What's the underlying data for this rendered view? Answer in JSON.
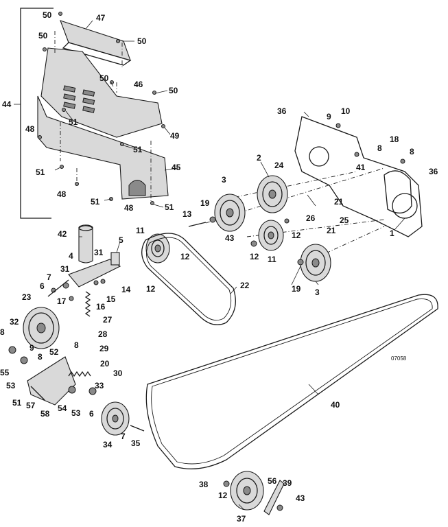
{
  "drawing_code": "07058",
  "callouts": [
    {
      "id": "c50a",
      "text": "50"
    },
    {
      "id": "c47",
      "text": "47"
    },
    {
      "id": "c50b",
      "text": "50"
    },
    {
      "id": "c50c",
      "text": "50"
    },
    {
      "id": "c50d",
      "text": "50"
    },
    {
      "id": "c46",
      "text": "46"
    },
    {
      "id": "c50e",
      "text": "50"
    },
    {
      "id": "c44",
      "text": "44"
    },
    {
      "id": "c51a",
      "text": "51"
    },
    {
      "id": "c48a",
      "text": "48"
    },
    {
      "id": "c49",
      "text": "49"
    },
    {
      "id": "c51b",
      "text": "51"
    },
    {
      "id": "c51c",
      "text": "51"
    },
    {
      "id": "c45",
      "text": "45"
    },
    {
      "id": "c48b",
      "text": "48"
    },
    {
      "id": "c51d",
      "text": "51"
    },
    {
      "id": "c48c",
      "text": "48"
    },
    {
      "id": "c51e",
      "text": "51"
    },
    {
      "id": "c36a",
      "text": "36"
    },
    {
      "id": "c9a",
      "text": "9"
    },
    {
      "id": "c10",
      "text": "10"
    },
    {
      "id": "c8a",
      "text": "8"
    },
    {
      "id": "c18",
      "text": "18"
    },
    {
      "id": "c8b",
      "text": "8"
    },
    {
      "id": "c36b",
      "text": "36"
    },
    {
      "id": "c2",
      "text": "2"
    },
    {
      "id": "c24",
      "text": "24"
    },
    {
      "id": "c41",
      "text": "41"
    },
    {
      "id": "c3a",
      "text": "3"
    },
    {
      "id": "c21a",
      "text": "21"
    },
    {
      "id": "c19a",
      "text": "19"
    },
    {
      "id": "c13",
      "text": "13"
    },
    {
      "id": "c26",
      "text": "26"
    },
    {
      "id": "c25",
      "text": "25"
    },
    {
      "id": "c21b",
      "text": "21"
    },
    {
      "id": "c1",
      "text": "1"
    },
    {
      "id": "c42",
      "text": "42"
    },
    {
      "id": "c5",
      "text": "5"
    },
    {
      "id": "c11a",
      "text": "11"
    },
    {
      "id": "c43a",
      "text": "43"
    },
    {
      "id": "c12a",
      "text": "12"
    },
    {
      "id": "c12b",
      "text": "12"
    },
    {
      "id": "c11b",
      "text": "11"
    },
    {
      "id": "c12c",
      "text": "12"
    },
    {
      "id": "c31a",
      "text": "31"
    },
    {
      "id": "c4",
      "text": "4"
    },
    {
      "id": "c31b",
      "text": "31"
    },
    {
      "id": "c19b",
      "text": "19"
    },
    {
      "id": "c3b",
      "text": "3"
    },
    {
      "id": "c12d",
      "text": "12"
    },
    {
      "id": "c7a",
      "text": "7"
    },
    {
      "id": "c6a",
      "text": "6"
    },
    {
      "id": "c14",
      "text": "14"
    },
    {
      "id": "c22",
      "text": "22"
    },
    {
      "id": "c17",
      "text": "17"
    },
    {
      "id": "c16",
      "text": "16"
    },
    {
      "id": "c15",
      "text": "15"
    },
    {
      "id": "c23",
      "text": "23"
    },
    {
      "id": "c27",
      "text": "27"
    },
    {
      "id": "c32",
      "text": "32"
    },
    {
      "id": "c8c",
      "text": "8"
    },
    {
      "id": "c9b",
      "text": "9"
    },
    {
      "id": "c28",
      "text": "28"
    },
    {
      "id": "c29",
      "text": "29"
    },
    {
      "id": "c8d",
      "text": "8"
    },
    {
      "id": "c55",
      "text": "55"
    },
    {
      "id": "c8e",
      "text": "8"
    },
    {
      "id": "c52",
      "text": "52"
    },
    {
      "id": "c20",
      "text": "20"
    },
    {
      "id": "c30",
      "text": "30"
    },
    {
      "id": "c53a",
      "text": "53"
    },
    {
      "id": "c51f",
      "text": "51"
    },
    {
      "id": "c57",
      "text": "57"
    },
    {
      "id": "c58",
      "text": "58"
    },
    {
      "id": "c54",
      "text": "54"
    },
    {
      "id": "c53b",
      "text": "53"
    },
    {
      "id": "c33",
      "text": "33"
    },
    {
      "id": "c6b",
      "text": "6"
    },
    {
      "id": "c40",
      "text": "40"
    },
    {
      "id": "c7b",
      "text": "7"
    },
    {
      "id": "c34",
      "text": "34"
    },
    {
      "id": "c35",
      "text": "35"
    },
    {
      "id": "c38",
      "text": "38"
    },
    {
      "id": "c56",
      "text": "56"
    },
    {
      "id": "c39",
      "text": "39"
    },
    {
      "id": "c12e",
      "text": "12"
    },
    {
      "id": "c43b",
      "text": "43"
    },
    {
      "id": "c37",
      "text": "37"
    }
  ]
}
